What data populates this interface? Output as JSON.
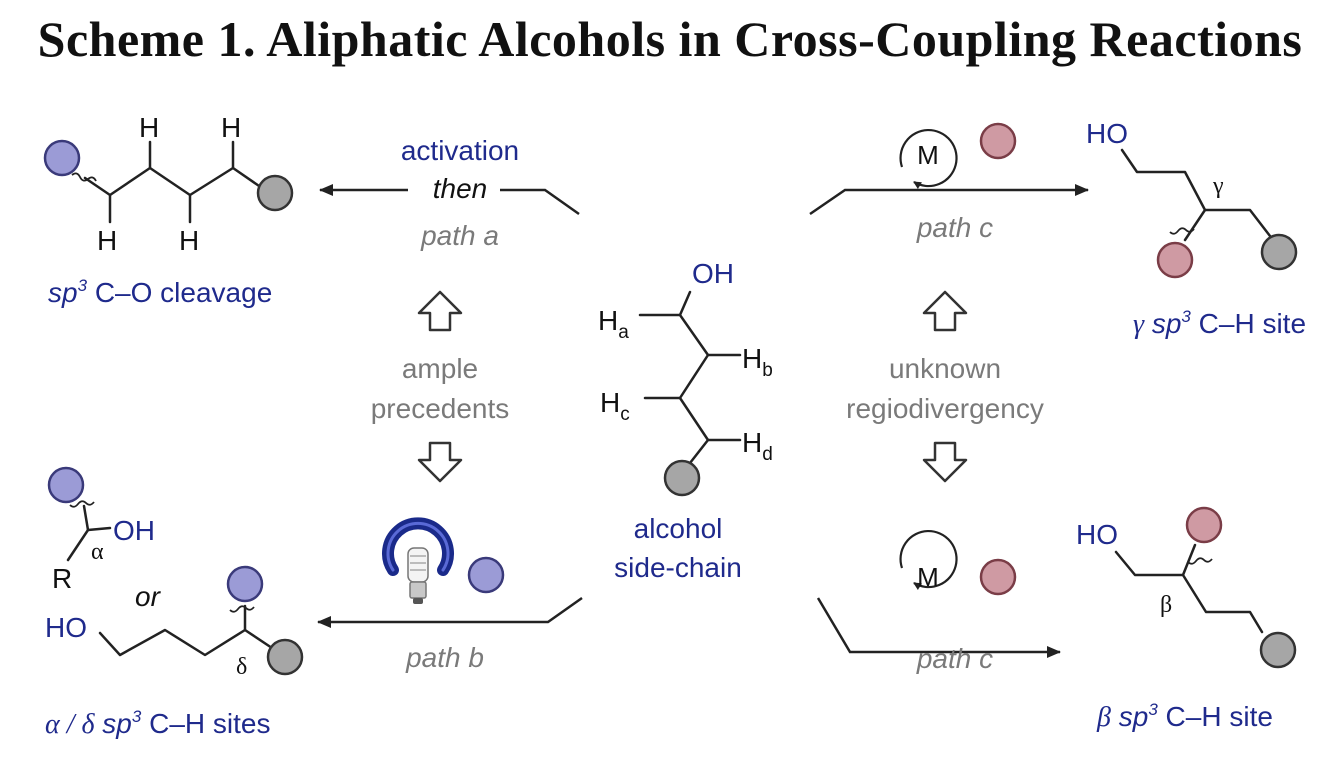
{
  "title": "Scheme 1. Aliphatic Alcohols in Cross-Coupling Reactions",
  "top_left": {
    "activation": "activation",
    "then": "then",
    "path": "path a",
    "product_label_sp": "sp",
    "product_label_sup": "3",
    "product_label_rest": " C–O cleavage",
    "H": "H"
  },
  "left_middle": {
    "line1": "ample",
    "line2": "precedents"
  },
  "bottom_left": {
    "path": "path b",
    "or": "or",
    "OH": "OH",
    "HO": "HO",
    "R": "R",
    "alpha": "α",
    "delta": "δ",
    "label_greek": "α / δ",
    "label_sp": "sp",
    "label_sup": "3",
    "label_rest": " C–H sites"
  },
  "center": {
    "OH": "OH",
    "Ha": "H",
    "Ha_sub": "a",
    "Hb": "H",
    "Hb_sub": "b",
    "Hc": "H",
    "Hc_sub": "c",
    "Hd": "H",
    "Hd_sub": "d",
    "line1": "alcohol",
    "line2": "side-chain"
  },
  "right_middle": {
    "line1": "unknown",
    "line2": "regiodivergency"
  },
  "top_right": {
    "path": "path c",
    "metal": "M",
    "HO": "HO",
    "gamma": "γ",
    "label_greek": "γ",
    "label_sp": "sp",
    "label_sup": "3",
    "label_rest": " C–H site"
  },
  "bottom_right": {
    "path": "path c",
    "metal": "M",
    "HO": "HO",
    "beta": "β",
    "label_greek": "β",
    "label_sp": "sp",
    "label_sup": "3",
    "label_rest": " C–H site"
  },
  "colors": {
    "navy": "#1f2a8c",
    "gray_text": "#7a7a7a",
    "blue_ball": "#9b9bd6",
    "pink_ball": "#cf9aa3",
    "gray_ball": "#a6a6a6"
  }
}
